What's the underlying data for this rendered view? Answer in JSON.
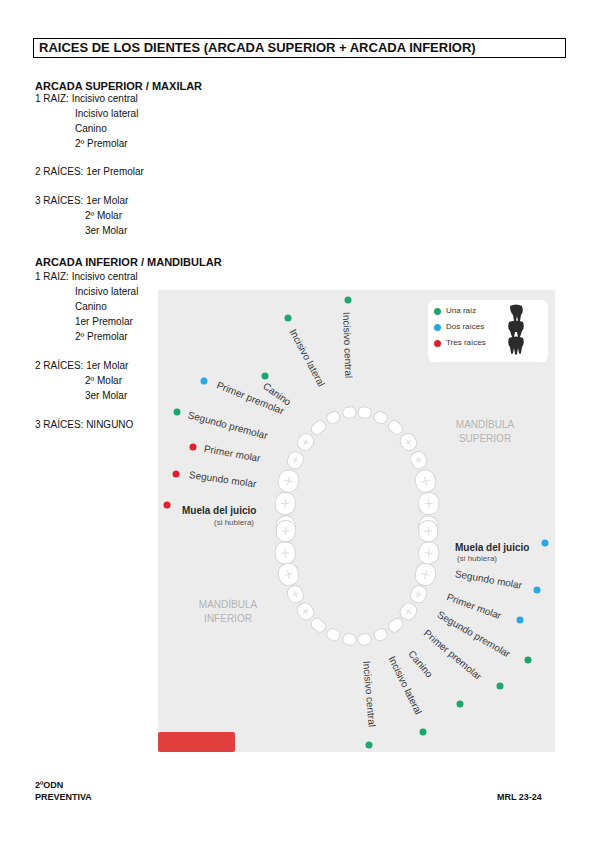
{
  "diagram": {
    "title": "RAICES DE LOS DIENTES (ARCADA SUPERIOR + ARCADA INFERIOR)",
    "labels": [
      "ARCADA SUPERIOR / MAXILAR",
      "1 RAIZ: Incisivo central",
      "Incisivo lateral",
      "Canino",
      "2º Premolar",
      "2 RAÍCES: 1er Premolar",
      "3 RAÍCES: 1er Molar",
      "2º Molar",
      "3er Molar",
      "ARCADA INFERIOR / MANDIBULAR",
      "1 RAIZ: Incisivo central",
      "Incisivo lateral",
      "Canino",
      "1er Premolar",
      "2º Premolar",
      "2 RAÍCES: 1er Molar",
      "2º Molar",
      "3er Molar",
      "3 RAÍCES: NINGUNO",
      "Incisivo central",
      "Incisivo lateral",
      "Canino",
      "Primer premolar",
      "Segundo premolar",
      "Primer molar",
      "Segundo molar",
      "Muela del juicio",
      "(si hubiera)",
      "MANDÍBULA SUPERIOR",
      "Muela del juicio",
      "(si hubiera)",
      "Segundo molar",
      "Primer molar",
      "Segundo premolar",
      "Primer premolar",
      "Canino",
      "Incisivo lateral",
      "Incisivo central",
      "MANDÍBULA INFERIOR",
      "2ºODN",
      "PREVENTIVA",
      "MRL 23-24"
    ],
    "legend": [
      {
        "text": "Una raíz",
        "color": "#1fa56e"
      },
      {
        "text": "Dos raíces",
        "color": "#2aa9e0"
      },
      {
        "text": "Tres raíces",
        "color": "#e0202f"
      }
    ]
  }
}
